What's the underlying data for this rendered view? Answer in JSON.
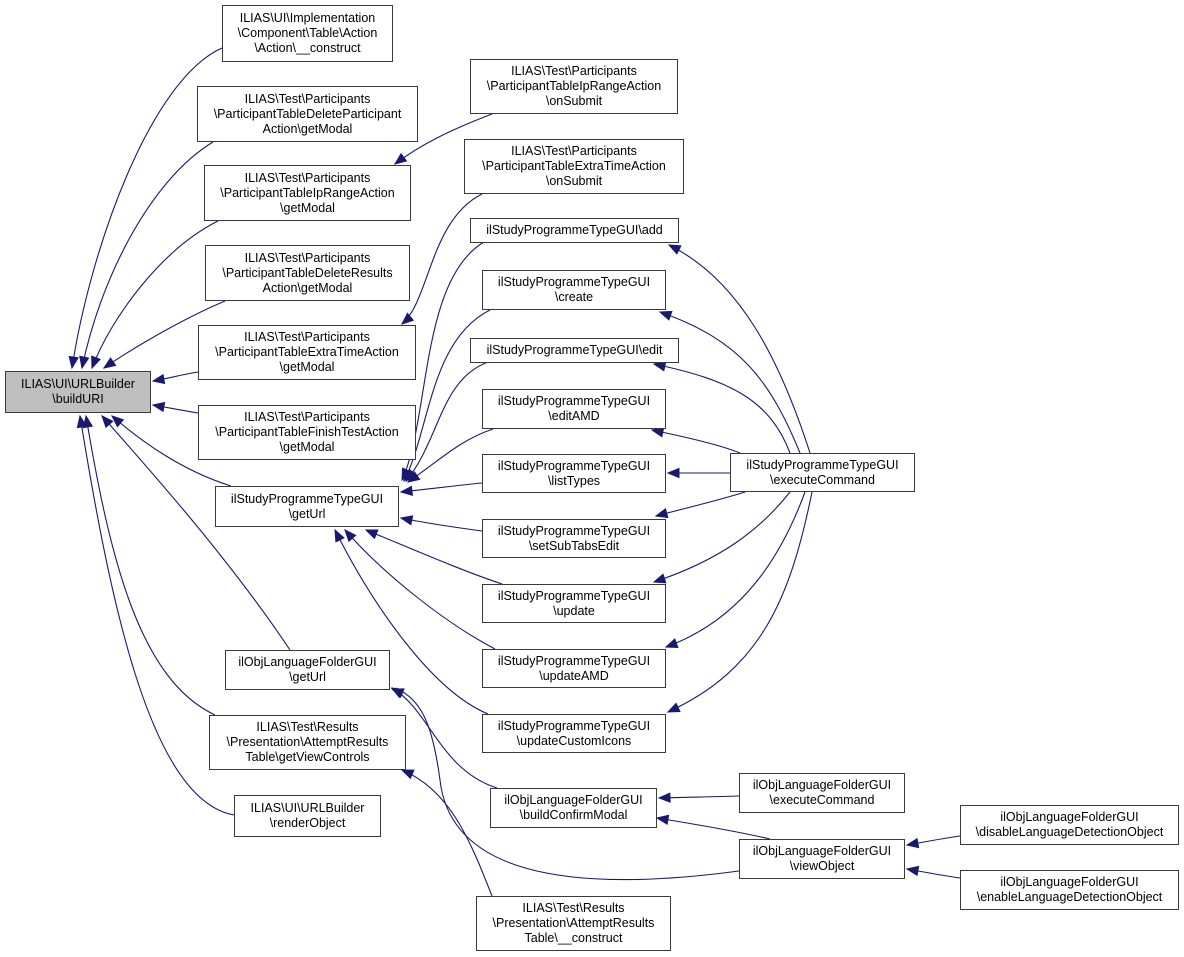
{
  "graph": {
    "type": "doxygen-caller-graph",
    "colors": {
      "edge": "#191970",
      "focus_node_fill": "#bfbfbf",
      "node_fill": "#ffffff",
      "node_border": "#3a3a3a"
    },
    "nodes": [
      {
        "id": "buildURI",
        "label": "ILIAS\\UI\\URLBuilder\n\\buildURI",
        "focus": true
      },
      {
        "id": "action_construct",
        "label": "ILIAS\\UI\\Implementation\n\\Component\\Table\\Action\n\\Action\\__construct"
      },
      {
        "id": "delpart_getModal",
        "label": "ILIAS\\Test\\Participants\n\\ParticipantTableDeleteParticipant\nAction\\getModal"
      },
      {
        "id": "iprange_getModal",
        "label": "ILIAS\\Test\\Participants\n\\ParticipantTableIpRangeAction\n\\getModal"
      },
      {
        "id": "delres_getModal",
        "label": "ILIAS\\Test\\Participants\n\\ParticipantTableDeleteResults\nAction\\getModal"
      },
      {
        "id": "extratime_getModal",
        "label": "ILIAS\\Test\\Participants\n\\ParticipantTableExtraTimeAction\n\\getModal"
      },
      {
        "id": "finish_getModal",
        "label": "ILIAS\\Test\\Participants\n\\ParticipantTableFinishTestAction\n\\getModal"
      },
      {
        "id": "spt_getUrl",
        "label": "ilStudyProgrammeTypeGUI\n\\getUrl"
      },
      {
        "id": "olf_getUrl",
        "label": "ilObjLanguageFolderGUI\n\\getUrl"
      },
      {
        "id": "res_getViewControls",
        "label": "ILIAS\\Test\\Results\n\\Presentation\\AttemptResults\nTable\\getViewControls"
      },
      {
        "id": "renderObject",
        "label": "ILIAS\\UI\\URLBuilder\n\\renderObject"
      },
      {
        "id": "iprange_onSubmit",
        "label": "ILIAS\\Test\\Participants\n\\ParticipantTableIpRangeAction\n\\onSubmit"
      },
      {
        "id": "extratime_onSubmit",
        "label": "ILIAS\\Test\\Participants\n\\ParticipantTableExtraTimeAction\n\\onSubmit"
      },
      {
        "id": "spt_add",
        "label": "ilStudyProgrammeTypeGUI\\add"
      },
      {
        "id": "spt_create",
        "label": "ilStudyProgrammeTypeGUI\n\\create"
      },
      {
        "id": "spt_edit",
        "label": "ilStudyProgrammeTypeGUI\\edit"
      },
      {
        "id": "spt_editAMD",
        "label": "ilStudyProgrammeTypeGUI\n\\editAMD"
      },
      {
        "id": "spt_listTypes",
        "label": "ilStudyProgrammeTypeGUI\n\\listTypes"
      },
      {
        "id": "spt_setSubTabsEdit",
        "label": "ilStudyProgrammeTypeGUI\n\\setSubTabsEdit"
      },
      {
        "id": "spt_update",
        "label": "ilStudyProgrammeTypeGUI\n\\update"
      },
      {
        "id": "spt_updateAMD",
        "label": "ilStudyProgrammeTypeGUI\n\\updateAMD"
      },
      {
        "id": "spt_updateCustomIcons",
        "label": "ilStudyProgrammeTypeGUI\n\\updateCustomIcons"
      },
      {
        "id": "res_construct",
        "label": "ILIAS\\Test\\Results\n\\Presentation\\AttemptResults\nTable\\__construct"
      },
      {
        "id": "olf_buildConfirmModal",
        "label": "ilObjLanguageFolderGUI\n\\buildConfirmModal"
      },
      {
        "id": "spt_executeCommand",
        "label": "ilStudyProgrammeTypeGUI\n\\executeCommand"
      },
      {
        "id": "olf_executeCommand",
        "label": "ilObjLanguageFolderGUI\n\\executeCommand"
      },
      {
        "id": "olf_viewObject",
        "label": "ilObjLanguageFolderGUI\n\\viewObject"
      },
      {
        "id": "olf_disableLD",
        "label": "ilObjLanguageFolderGUI\n\\disableLanguageDetectionObject"
      },
      {
        "id": "olf_enableLD",
        "label": "ilObjLanguageFolderGUI\n\\enableLanguageDetectionObject"
      }
    ],
    "edges": [
      {
        "from": "action_construct",
        "to": "buildURI"
      },
      {
        "from": "delpart_getModal",
        "to": "buildURI"
      },
      {
        "from": "iprange_getModal",
        "to": "buildURI"
      },
      {
        "from": "delres_getModal",
        "to": "buildURI"
      },
      {
        "from": "extratime_getModal",
        "to": "buildURI"
      },
      {
        "from": "finish_getModal",
        "to": "buildURI"
      },
      {
        "from": "spt_getUrl",
        "to": "buildURI"
      },
      {
        "from": "olf_getUrl",
        "to": "buildURI"
      },
      {
        "from": "res_getViewControls",
        "to": "buildURI"
      },
      {
        "from": "renderObject",
        "to": "buildURI"
      },
      {
        "from": "iprange_onSubmit",
        "to": "iprange_getModal"
      },
      {
        "from": "extratime_onSubmit",
        "to": "extratime_getModal"
      },
      {
        "from": "spt_add",
        "to": "spt_getUrl"
      },
      {
        "from": "spt_create",
        "to": "spt_getUrl"
      },
      {
        "from": "spt_edit",
        "to": "spt_getUrl"
      },
      {
        "from": "spt_editAMD",
        "to": "spt_getUrl"
      },
      {
        "from": "spt_listTypes",
        "to": "spt_getUrl"
      },
      {
        "from": "spt_setSubTabsEdit",
        "to": "spt_getUrl"
      },
      {
        "from": "spt_update",
        "to": "spt_getUrl"
      },
      {
        "from": "spt_updateAMD",
        "to": "spt_getUrl"
      },
      {
        "from": "spt_updateCustomIcons",
        "to": "spt_getUrl"
      },
      {
        "from": "spt_executeCommand",
        "to": "spt_add"
      },
      {
        "from": "spt_executeCommand",
        "to": "spt_create"
      },
      {
        "from": "spt_executeCommand",
        "to": "spt_edit"
      },
      {
        "from": "spt_executeCommand",
        "to": "spt_editAMD"
      },
      {
        "from": "spt_executeCommand",
        "to": "spt_listTypes"
      },
      {
        "from": "spt_executeCommand",
        "to": "spt_setSubTabsEdit"
      },
      {
        "from": "spt_executeCommand",
        "to": "spt_update"
      },
      {
        "from": "spt_executeCommand",
        "to": "spt_updateAMD"
      },
      {
        "from": "spt_executeCommand",
        "to": "spt_updateCustomIcons"
      },
      {
        "from": "olf_buildConfirmModal",
        "to": "olf_getUrl"
      },
      {
        "from": "olf_viewObject",
        "to": "olf_getUrl"
      },
      {
        "from": "res_construct",
        "to": "res_getViewControls"
      },
      {
        "from": "olf_executeCommand",
        "to": "olf_buildConfirmModal"
      },
      {
        "from": "olf_viewObject",
        "to": "olf_buildConfirmModal"
      },
      {
        "from": "olf_disableLD",
        "to": "olf_viewObject"
      },
      {
        "from": "olf_enableLD",
        "to": "olf_viewObject"
      }
    ]
  }
}
